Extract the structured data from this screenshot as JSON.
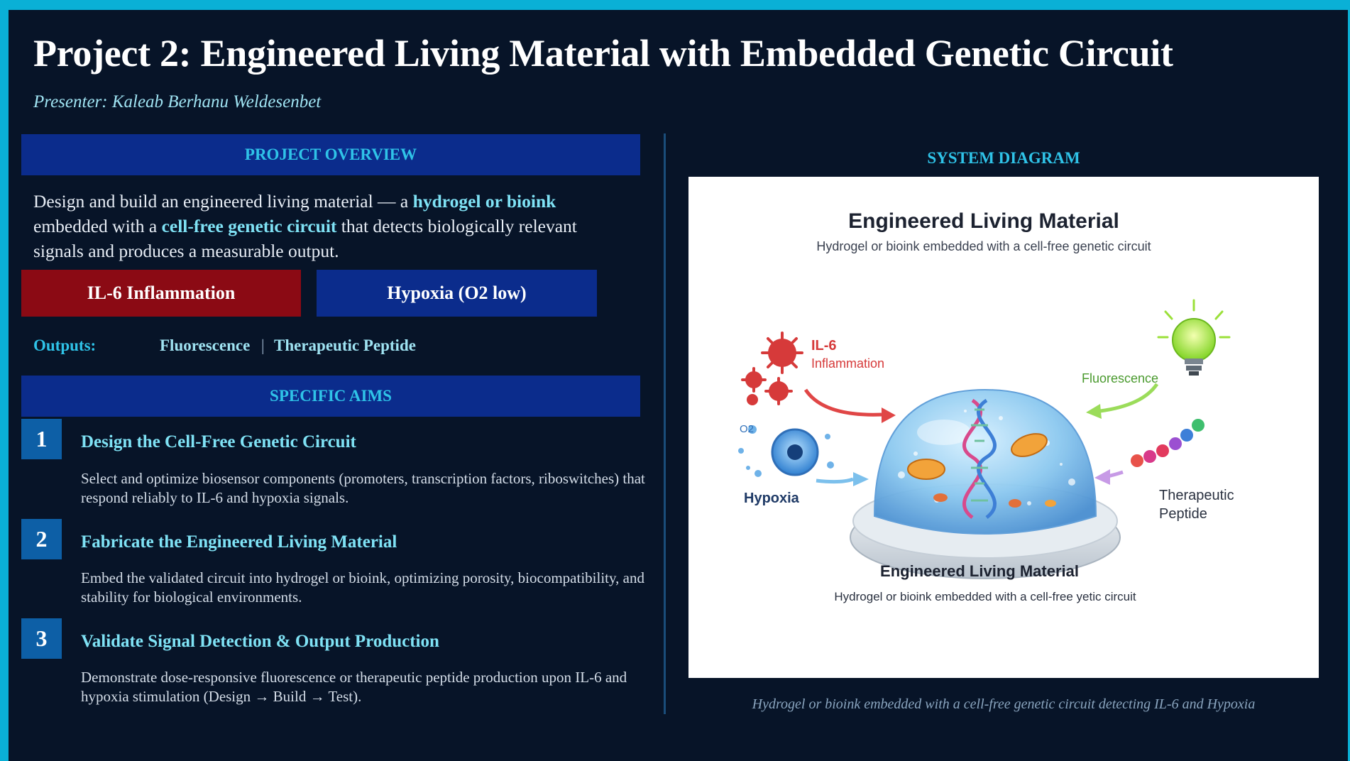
{
  "slide": {
    "title": "Project 2: Engineered Living Material with Embedded Genetic Circuit",
    "presenter": "Presenter: Kaleab Berhanu Weldesenbet"
  },
  "overview": {
    "header": "PROJECT OVERVIEW",
    "text_1": "Design and build an engineered living material — a ",
    "text_hl_1": "hydrogel or bioink",
    "text_2": " embedded with a ",
    "text_hl_2": "cell-free genetic circuit",
    "text_3": " that detects biologically relevant signals and produces a measurable output."
  },
  "inputs": [
    {
      "label": "IL-6  Inflammation",
      "color": "#8b0a14"
    },
    {
      "label": "Hypoxia  (O2 low)",
      "color": "#0b2c8c"
    }
  ],
  "outputs": {
    "label": "Outputs:",
    "items": [
      "Fluorescence",
      "Therapeutic Peptide"
    ],
    "separator": "|"
  },
  "aims": {
    "header": "SPECIFIC AIMS",
    "items": [
      {
        "number": "1",
        "title": "Design the Cell-Free Genetic Circuit",
        "desc": "Select and optimize biosensor components (promoters, transcription factors, riboswitches) that respond reliably to IL-6 and hypoxia signals."
      },
      {
        "number": "2",
        "title": "Fabricate the Engineered Living Material",
        "desc": "Embed the validated circuit into hydrogel or bioink, optimizing porosity, biocompatibility, and stability for biological environments."
      },
      {
        "number": "3",
        "title": "Validate Signal Detection & Output Production",
        "desc": "Demonstrate dose-responsive fluorescence or therapeutic peptide production upon IL-6 and hypoxia stimulation (Design → Build → Test)."
      }
    ]
  },
  "diagram": {
    "header": "SYSTEM DIAGRAM",
    "title": "Engineered Living Material",
    "subtitle": "Hydrogel or bioink embedded with a cell-free genetic circuit",
    "il6_label": "IL-6",
    "il6_sub": "Inflammation",
    "hypoxia_label": "Hypoxia",
    "o2_label": "O2",
    "fluorescence_label": "Fluorescence",
    "peptide_label_1": "Therapeutic",
    "peptide_label_2": "Peptide",
    "bottom_title": "Engineered Living Material",
    "bottom_subtitle": "Hydrogel or bioink embedded with a cell-free yetic circuit",
    "caption": "Hydrogel or bioink embedded with a cell-free genetic circuit detecting IL-6 and Hypoxia"
  }
}
